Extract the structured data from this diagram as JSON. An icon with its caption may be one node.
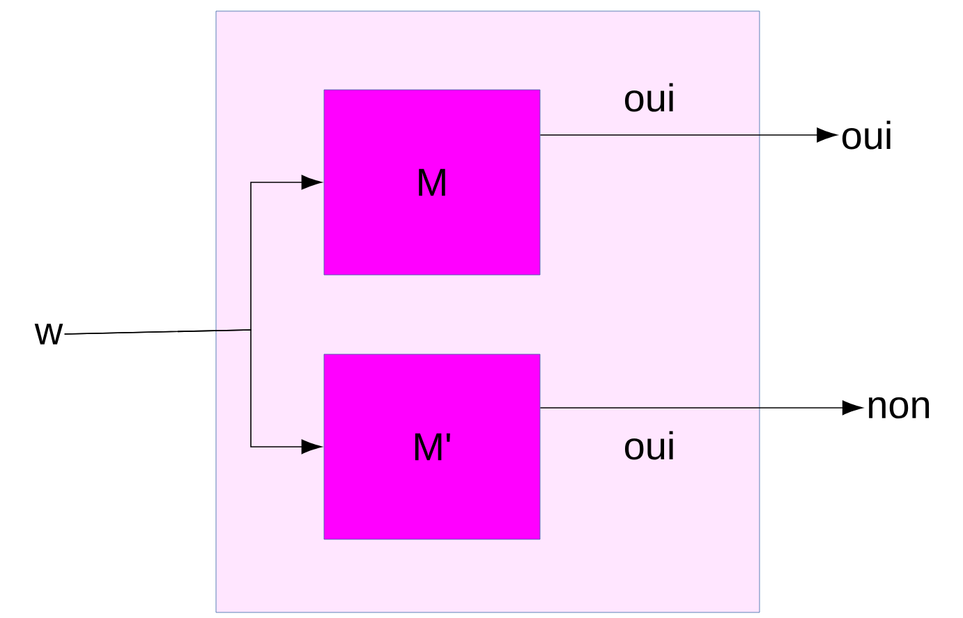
{
  "diagram": {
    "nodes": [
      {
        "text": [],
        "shape": "box"
      },
      {
        "text": [
          "M"
        ],
        "in": 0
      },
      {
        "text": [
          "M'"
        ],
        "in": 0
      },
      {
        "text": [
          "w"
        ]
      },
      {
        "text": [
          "oui"
        ]
      },
      {
        "text": [
          "non"
        ]
      }
    ],
    "edges": [
      {
        "from": 3,
        "to": 1,
        "arrow": "to"
      },
      {
        "from": 3,
        "to": 2,
        "arrow": "to"
      },
      {
        "from": 1,
        "to": 4,
        "arrow": "to",
        "label": "oui"
      },
      {
        "from": 2,
        "to": 5,
        "arrow": "to",
        "label": "oui"
      }
    ]
  }
}
